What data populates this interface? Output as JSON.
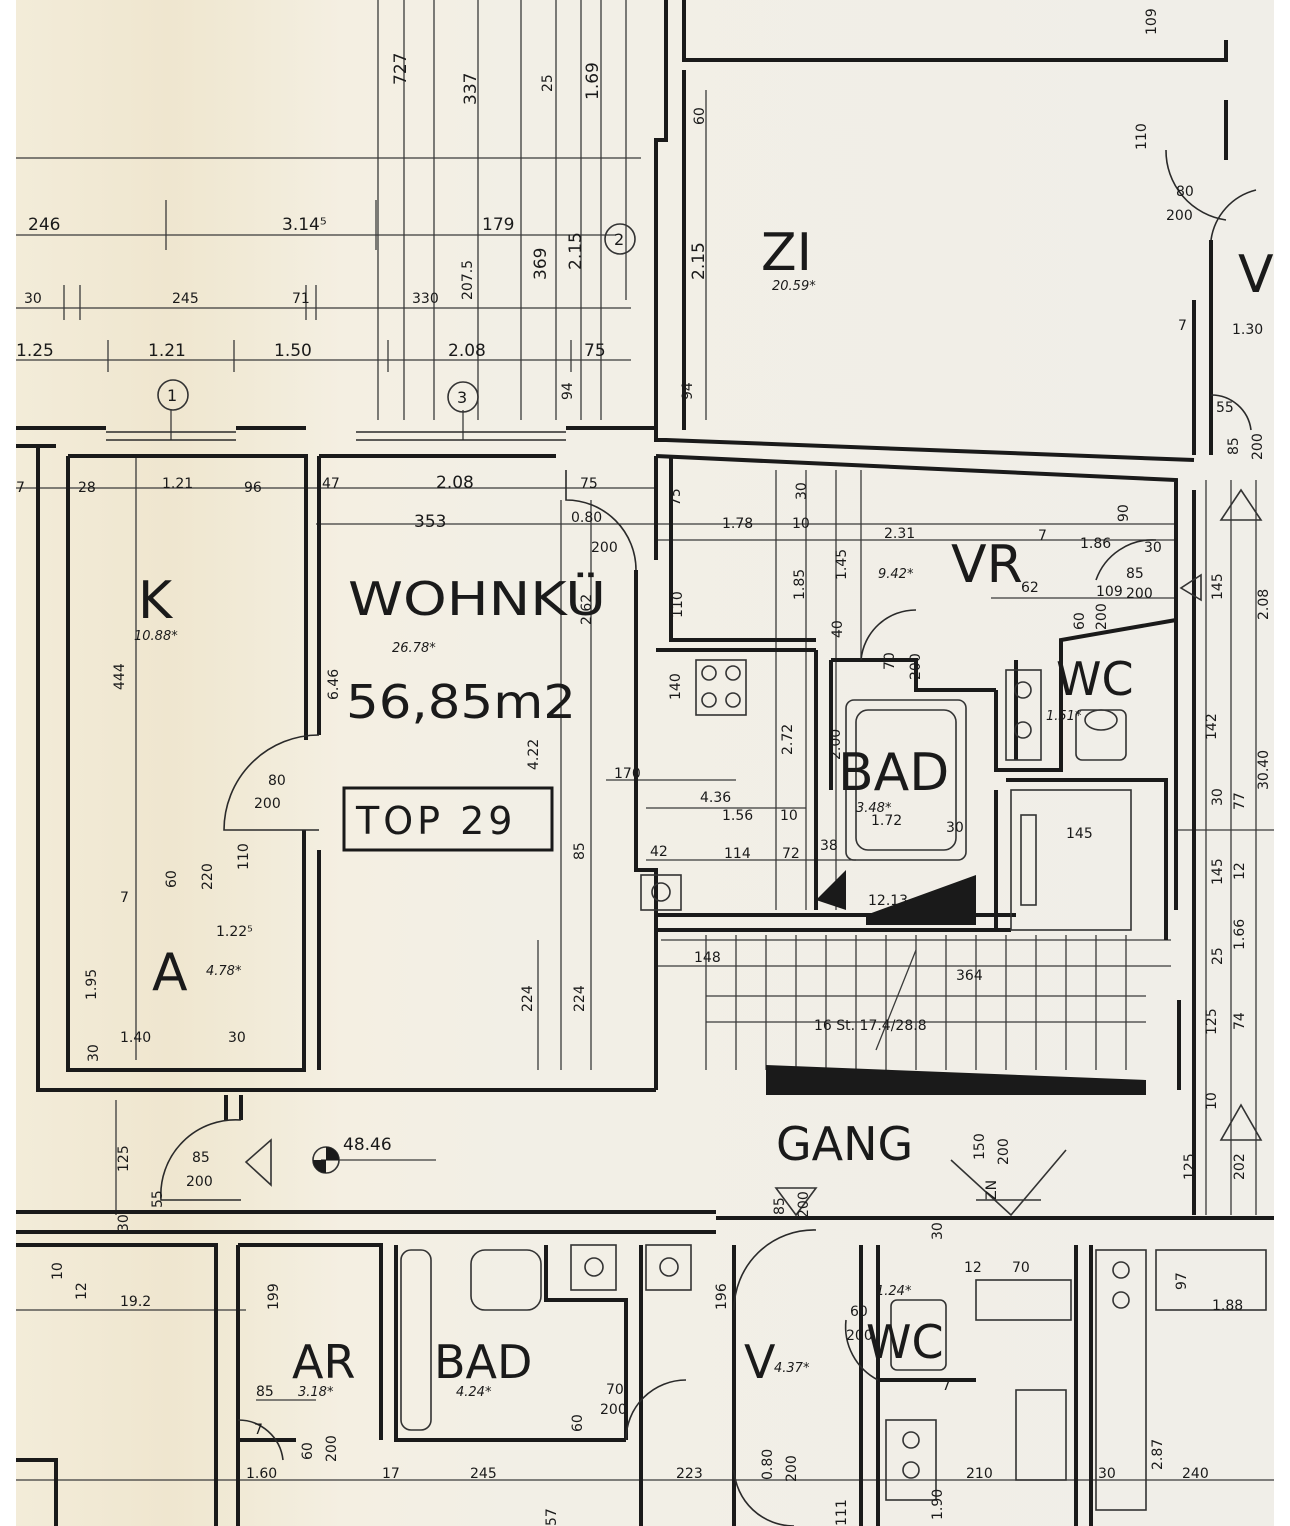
{
  "rooms": {
    "k": "K",
    "k_area": "10.88*",
    "wohnku": "WOHNKÜ",
    "wohnku_area": "26.78*",
    "a": "A",
    "a_area": "4.78*",
    "zi": "ZI",
    "zi_area": "20.59*",
    "vr": "VR",
    "vr_area": "9.42*",
    "wc": "WC",
    "wc_area": "1.51*",
    "bad": "BAD",
    "bad_area": "3.48*",
    "gang": "GANG",
    "ar": "AR",
    "ar_area": "3.18*",
    "bad2": "BAD",
    "bad2_area": "4.24*",
    "v": "V",
    "v_area": "4.37*",
    "wc2": "WC",
    "wc2_area": "1.24*",
    "v_right": "V"
  },
  "unit": {
    "total_area": "56,85m2",
    "label": "TOP 29"
  },
  "level": "48.46",
  "axis_markers": [
    "1",
    "2",
    "3"
  ],
  "dimensions": {
    "top_row1": [
      "246",
      "3.14⁵",
      "179"
    ],
    "top_row2": [
      "30",
      "245",
      "71",
      "330",
      "207.5"
    ],
    "top_row3": [
      "1.25",
      "1.21",
      "1.50",
      "2.08",
      "75"
    ],
    "vertical_top": [
      "727",
      "337",
      "25",
      "1.69",
      "369",
      "2.15",
      "94",
      "60",
      "2.15",
      "94"
    ],
    "zi_side": [
      "109",
      "110",
      "80",
      "200",
      "7",
      "1.30",
      "55",
      "85",
      "200"
    ],
    "row_walls": [
      "7",
      "28",
      "1.21",
      "96",
      "47",
      "2.08",
      "75"
    ],
    "row_inner": [
      "353",
      "0.80",
      "200",
      "1.78",
      "10",
      "2.31",
      "7",
      "1.86",
      "30"
    ],
    "vr_block": [
      "75",
      "110",
      "30",
      "1.85",
      "1.45",
      "40",
      "70",
      "200",
      "90",
      "62",
      "109",
      "85",
      "200",
      "60",
      "200"
    ],
    "left_inner": [
      "444",
      "6.46",
      "80",
      "200",
      "110",
      "60",
      "220",
      "7",
      "1.22⁵",
      "1.95",
      "30",
      "1.40",
      "30"
    ],
    "wohnku_inner": [
      "2.62",
      "4.22",
      "85",
      "224",
      "224",
      "170"
    ],
    "bath_block": [
      "140",
      "2.72",
      "2.00",
      "4.36",
      "1.56",
      "10",
      "42",
      "114",
      "72",
      "38",
      "1.72",
      "30",
      "145"
    ],
    "stair_block": [
      "148",
      "364",
      "12.13",
      "16 St. 17.4/28.8"
    ],
    "right_column": [
      "145",
      "2.08",
      "142",
      "30.40",
      "77",
      "30",
      "145",
      "12",
      "1.66",
      "25",
      "74",
      "125",
      "10",
      "202",
      "125"
    ],
    "gang_block": [
      "125",
      "85",
      "200",
      "55",
      "30",
      "150",
      "200",
      "ZN"
    ],
    "bottom_row": [
      "10",
      "12",
      "19.2",
      "199",
      "85",
      "7",
      "60",
      "200",
      "1.60",
      "17",
      "245",
      "70",
      "200",
      "60",
      "223",
      "196",
      "85",
      "200",
      "0.80",
      "200",
      "60",
      "200",
      "30",
      "12",
      "70",
      "97",
      "1.88",
      "111",
      "1.90",
      "210",
      "30",
      "2.87",
      "240",
      "7",
      "57"
    ]
  }
}
